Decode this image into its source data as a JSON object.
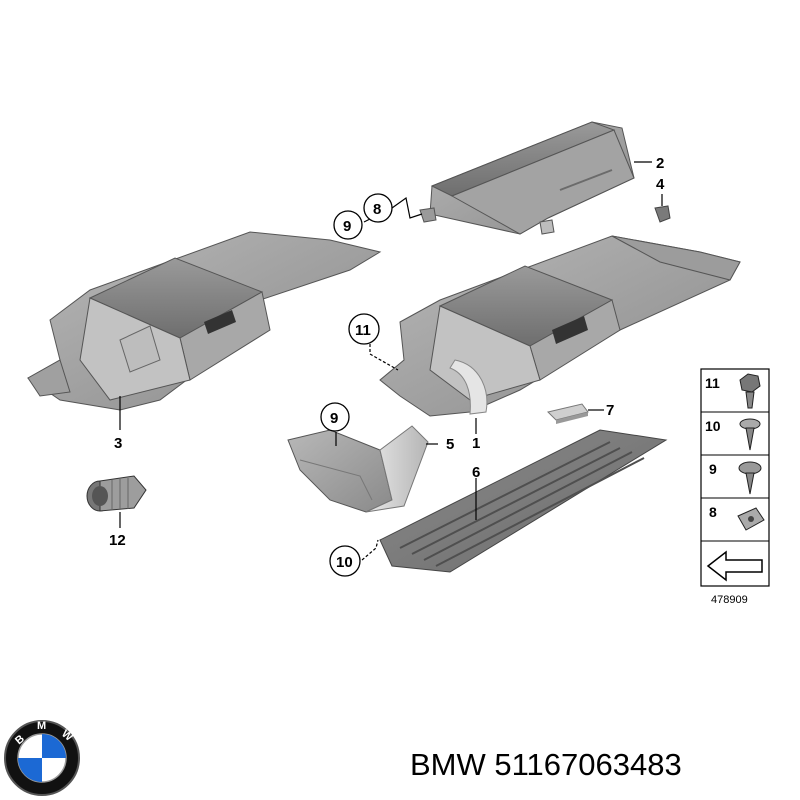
{
  "callouts": {
    "c1": "1",
    "c2": "2",
    "c3": "3",
    "c4": "4",
    "c5": "5",
    "c6": "6",
    "c7": "7",
    "c8": "8",
    "c9a": "9",
    "c9b": "9",
    "c10": "10",
    "c11": "11",
    "c12": "12"
  },
  "legend": {
    "items": [
      {
        "number": "11",
        "icon": "hex-bolt-icon"
      },
      {
        "number": "10",
        "icon": "screw-icon"
      },
      {
        "number": "9",
        "icon": "flat-head-screw-icon"
      },
      {
        "number": "8",
        "icon": "clip-nut-icon"
      },
      {
        "number": "",
        "icon": "arrow-icon"
      }
    ]
  },
  "reference_number": "478909",
  "brand": {
    "logo_letters": [
      "B",
      "M",
      "W"
    ],
    "caption": "BMW 51167063483",
    "logo_colors": {
      "blue": "#1c69d4",
      "ring": "#111111"
    }
  }
}
